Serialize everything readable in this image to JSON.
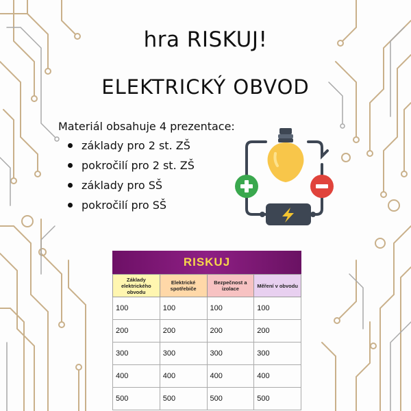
{
  "title": "hra RISKUJ!",
  "subtitle": "ELEKTRICKÝ OBVOD",
  "intro": "Materiál obsahuje 4 prezentace:",
  "items": [
    "základy pro 2 st. ZŠ",
    "pokročilí pro 2 st. ZŠ",
    "základy pro SŠ",
    "pokročilí pro SŠ"
  ],
  "board": {
    "title": "RISKUJ",
    "categories": [
      {
        "label": "Základy elektrického obvodu",
        "color": "#fff6b0"
      },
      {
        "label": "Elektrické spotřebiče",
        "color": "#ffd8a8"
      },
      {
        "label": "Bezpečnost a izolace",
        "color": "#f7c2c2"
      },
      {
        "label": "Měření v obvodu",
        "color": "#e8d0f0"
      }
    ],
    "values": [
      "100",
      "200",
      "300",
      "400",
      "500"
    ]
  },
  "colors": {
    "circuit_gold": "#c9b08a",
    "circuit_gray": "#a8a8a8",
    "plus": "#3aa84e",
    "minus": "#e0433b",
    "bulb": "#f8c64a",
    "battery": "#3d4653",
    "bolt": "#f4c430",
    "banner": "#7a1572",
    "banner_text": "#f7d64b"
  },
  "icon": "bulb-battery-circuit-icon"
}
